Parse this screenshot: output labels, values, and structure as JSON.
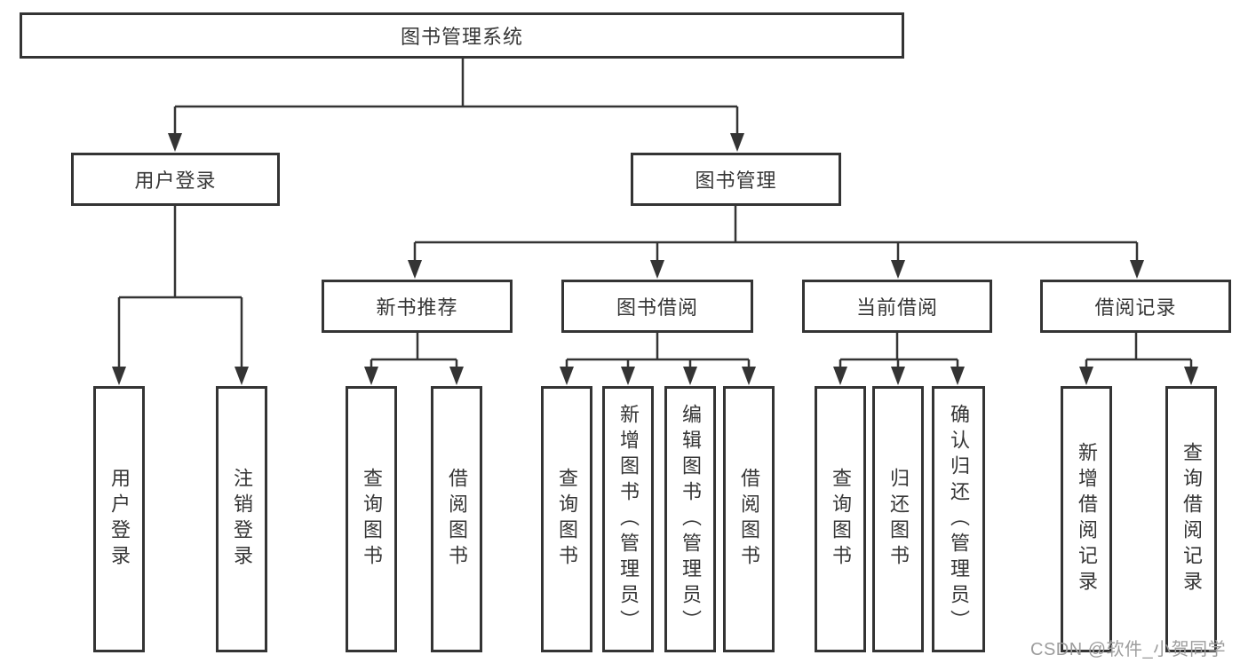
{
  "diagram_title": "图书管理系统",
  "watermark": {
    "text": "CSDN @软件_小贺同学"
  },
  "colors": {
    "line": "#343434",
    "border": "#343434",
    "text": "#363636",
    "background": "#ffffff",
    "watermark_text": "#9d9d9d"
  },
  "tree": {
    "label": "图书管理系统",
    "children": [
      {
        "label": "用户登录",
        "children": [
          {
            "label": "用户登录"
          },
          {
            "label": "注销登录"
          }
        ]
      },
      {
        "label": "图书管理",
        "children": [
          {
            "label": "新书推荐",
            "children": [
              {
                "label": "查询图书"
              },
              {
                "label": "借阅图书"
              }
            ]
          },
          {
            "label": "图书借阅",
            "children": [
              {
                "label": "查询图书"
              },
              {
                "label": "新增图书（管理员）"
              },
              {
                "label": "编辑图书（管理员）"
              },
              {
                "label": "借阅图书"
              }
            ]
          },
          {
            "label": "当前借阅",
            "children": [
              {
                "label": "查询图书"
              },
              {
                "label": "归还图书"
              },
              {
                "label": "确认归还（管理员）"
              }
            ]
          },
          {
            "label": "借阅记录",
            "children": [
              {
                "label": "新增借阅记录"
              },
              {
                "label": "查询借阅记录"
              }
            ]
          }
        ]
      }
    ]
  }
}
